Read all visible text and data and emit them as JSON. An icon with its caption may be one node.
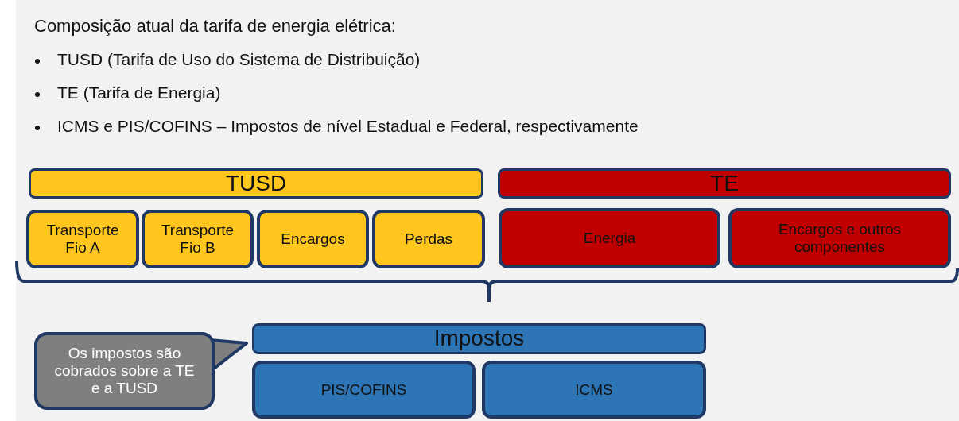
{
  "diagram": {
    "title": "Composição atual da tarifa de energia elétrica:",
    "nodes": [
      {
        "text": [
          "TUSD"
        ]
      },
      {
        "text": [
          "Transporte Fio A"
        ]
      },
      {
        "text": [
          "Transporte Fio B"
        ]
      },
      {
        "text": [
          "Encargos"
        ]
      },
      {
        "text": [
          "Perdas"
        ]
      },
      {
        "text": [
          "TE"
        ]
      },
      {
        "text": [
          "Energia"
        ]
      },
      {
        "text": [
          "Encargos e outros componentes"
        ]
      },
      {
        "text": [
          "Impostos"
        ]
      },
      {
        "text": [
          "PIS/COFINS"
        ]
      },
      {
        "text": [
          "ICMS"
        ]
      },
      {
        "text": [
          "Os impostos são cobrados sobre a TE e a TUSD"
        ]
      }
    ],
    "labels": [
      "TUSD (Tarifa de Uso do Sistema de Distribuição)",
      "TE (Tarifa de Energia)",
      "ICMS e PIS/COFINS – Impostos de nível Estadual e Federal, respectivamente"
    ]
  }
}
